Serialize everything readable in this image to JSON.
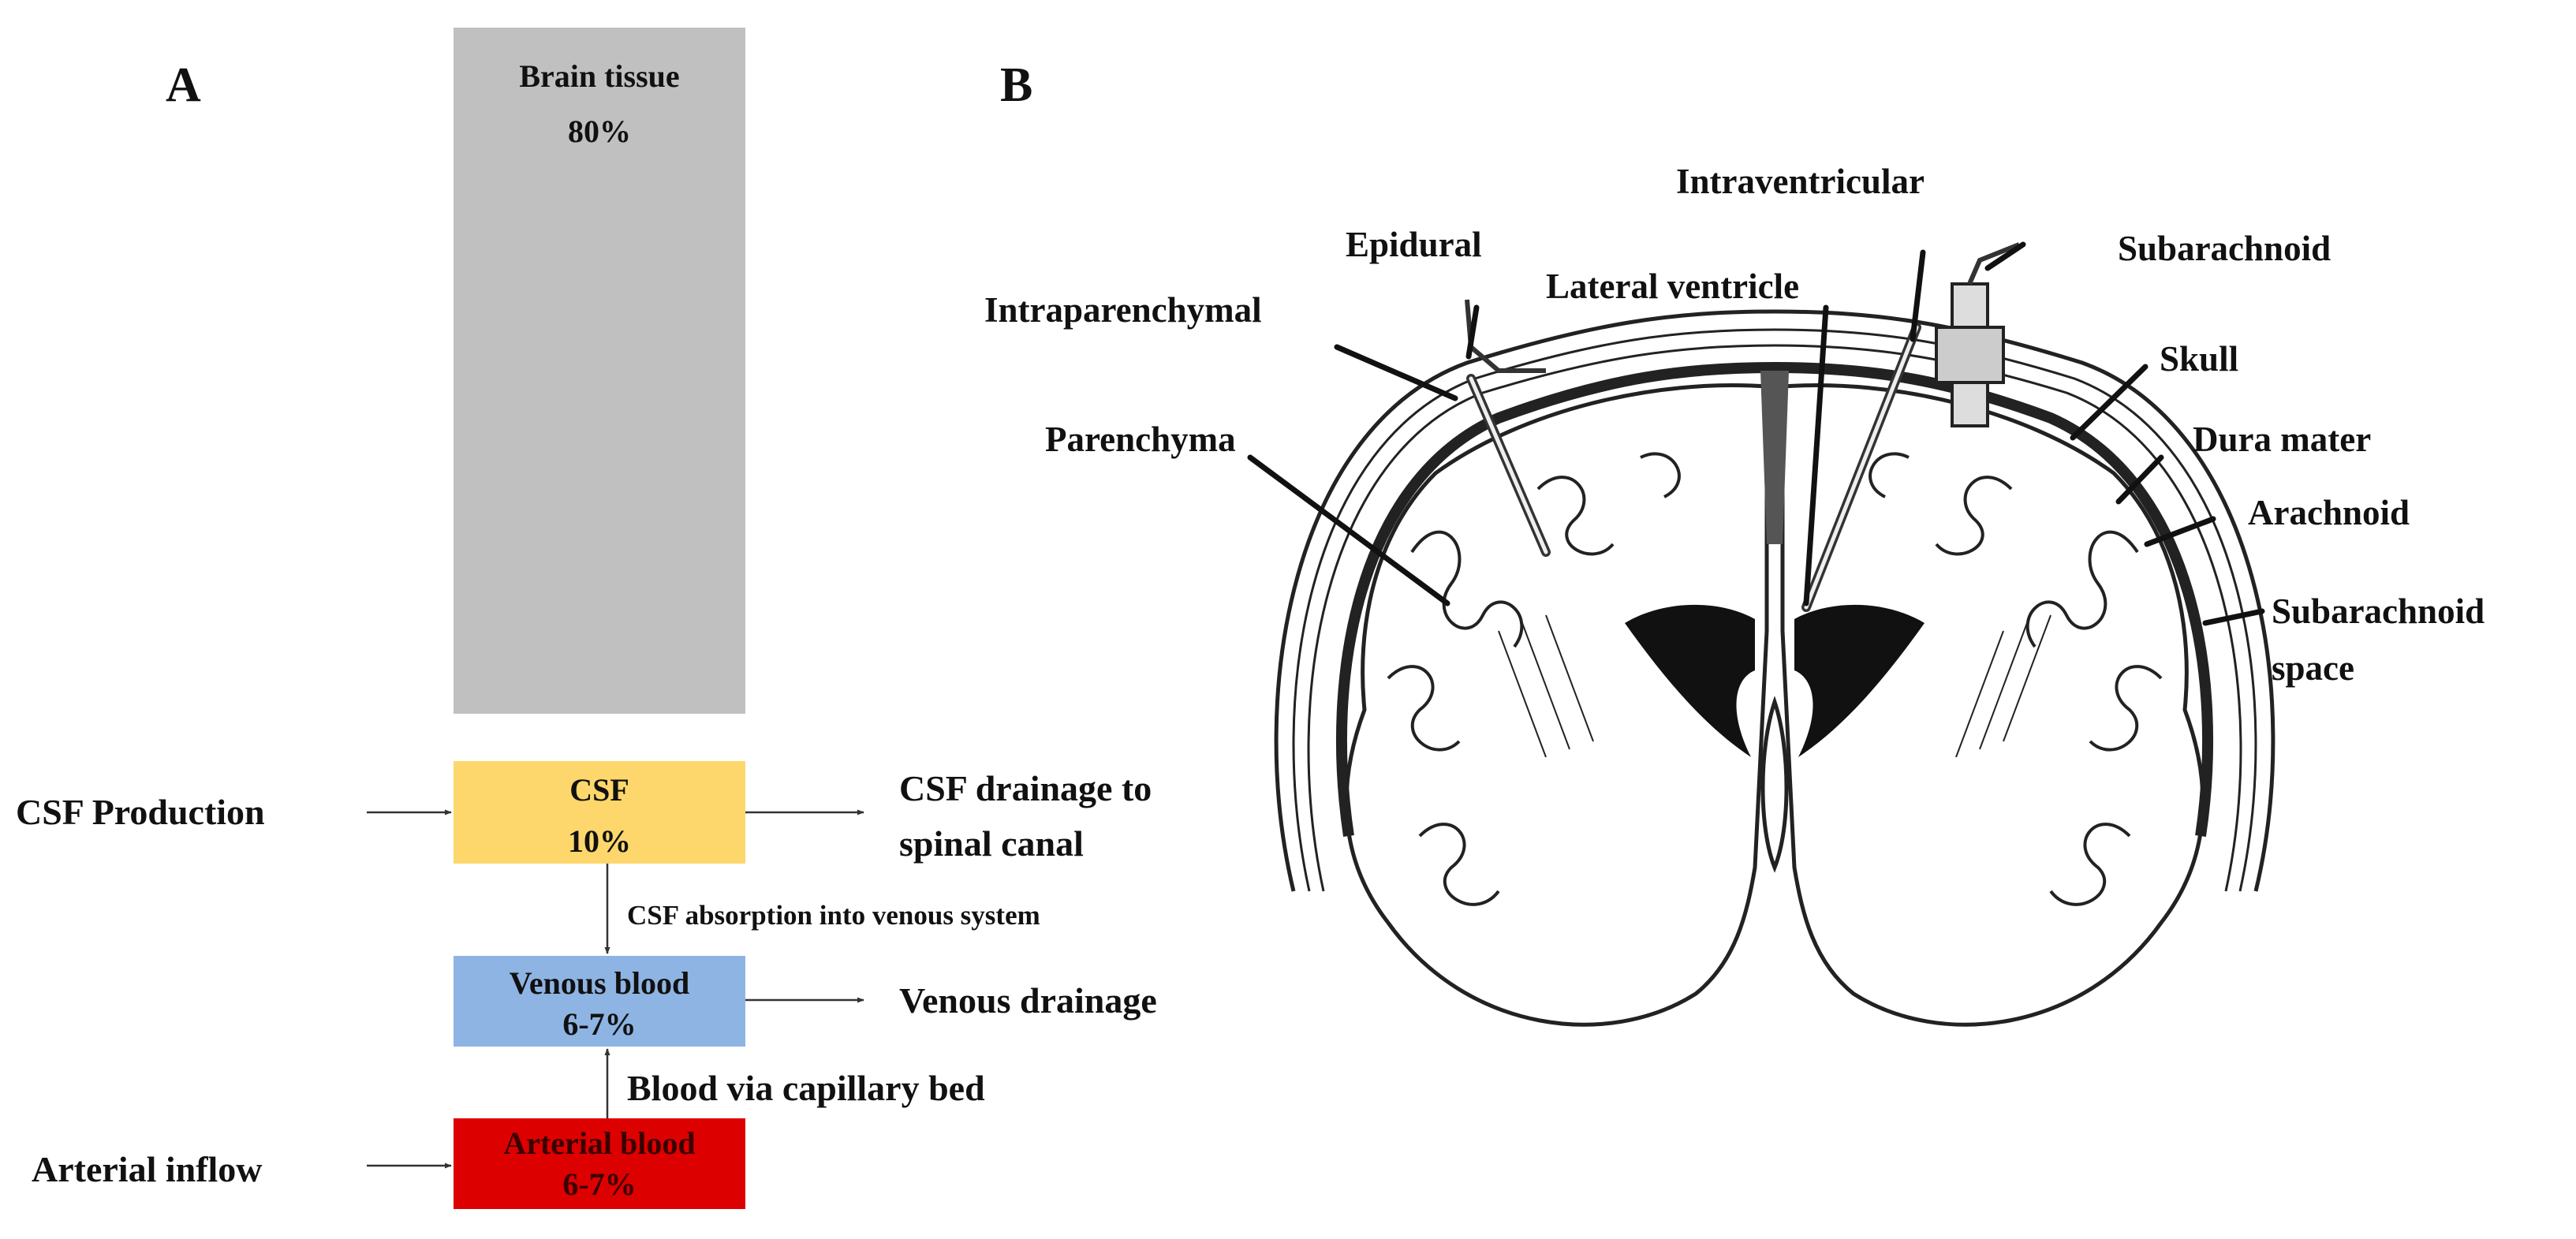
{
  "panels": {
    "a": "A",
    "b": "B"
  },
  "compartments": {
    "brain_tissue": {
      "name": "Brain tissue",
      "percent": "80%",
      "color": "#c0c0c0"
    },
    "csf": {
      "name": "CSF",
      "percent": "10%",
      "color": "#fdd76b"
    },
    "venous_blood": {
      "name": "Venous blood",
      "percent": "6-7%",
      "color": "#8eb4e3"
    },
    "arterial_blood": {
      "name": "Arterial blood",
      "percent": "6-7%",
      "color": "#dd0000"
    }
  },
  "flows": {
    "csf_production": "CSF Production",
    "csf_drainage_line1": "CSF drainage to",
    "csf_drainage_line2": "spinal canal",
    "csf_absorption": "CSF absorption into venous system",
    "venous_drainage": "Venous drainage",
    "capillary_bed": "Blood via capillary bed",
    "arterial_inflow": "Arterial inflow"
  },
  "brain_labels": {
    "epidural": "Epidural",
    "intraparenchymal": "Intraparenchymal",
    "parenchyma": "Parenchyma",
    "intraventricular": "Intraventricular",
    "lateral_ventricle": "Lateral ventricle",
    "subarachnoid": "Subarachnoid",
    "skull": "Skull",
    "dura_mater": "Dura mater",
    "arachnoid": "Arachnoid",
    "subarachnoid_space_line1": "Subarachnoid",
    "subarachnoid_space_line2": "space"
  }
}
